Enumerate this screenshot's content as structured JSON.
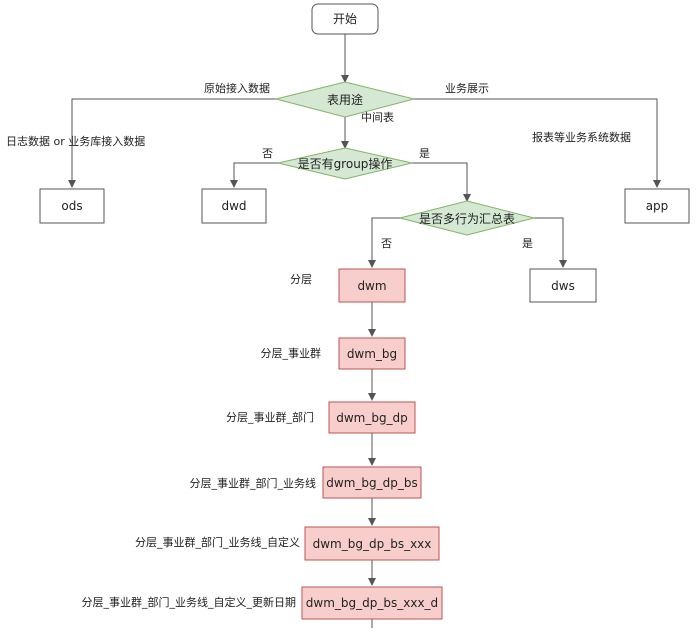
{
  "nodes": {
    "start": "开始",
    "usage": "表用途",
    "group_op": "是否有group操作",
    "multi_row": "是否多行为汇总表",
    "ods": "ods",
    "dwd": "dwd",
    "app": "app",
    "dws": "dws",
    "dwm": "dwm",
    "dwm_bg": "dwm_bg",
    "dwm_bg_dp": "dwm_bg_dp",
    "dwm_bg_dp_bs": "dwm_bg_dp_bs",
    "dwm_bg_dp_bs_xxx": "dwm_bg_dp_bs_xxx",
    "dwm_bg_dp_bs_xxx_d": "dwm_bg_dp_bs_xxx_d"
  },
  "edge_labels": {
    "raw_access": "原始接入数据",
    "business_show": "业务展示",
    "intermediate": "中间表",
    "log_data": "日志数据 or 业务库接入数据",
    "report_data": "报表等业务系统数据",
    "no_1": "否",
    "yes_1": "是",
    "no_2": "否",
    "yes_2": "是"
  },
  "layer_labels": {
    "l1": "分层",
    "l2": "分层_事业群",
    "l3": "分层_事业群_部门",
    "l4": "分层_事业群_部门_业务线",
    "l5": "分层_事业群_部门_业务线_自定义",
    "l6": "分层_事业群_部门_业务线_自定义_更新日期"
  },
  "colors": {
    "decision_fill": "#d5e8d4",
    "decision_stroke": "#82b366",
    "pink_fill": "#f8cecc",
    "pink_stroke": "#b85450",
    "line": "#555555"
  }
}
